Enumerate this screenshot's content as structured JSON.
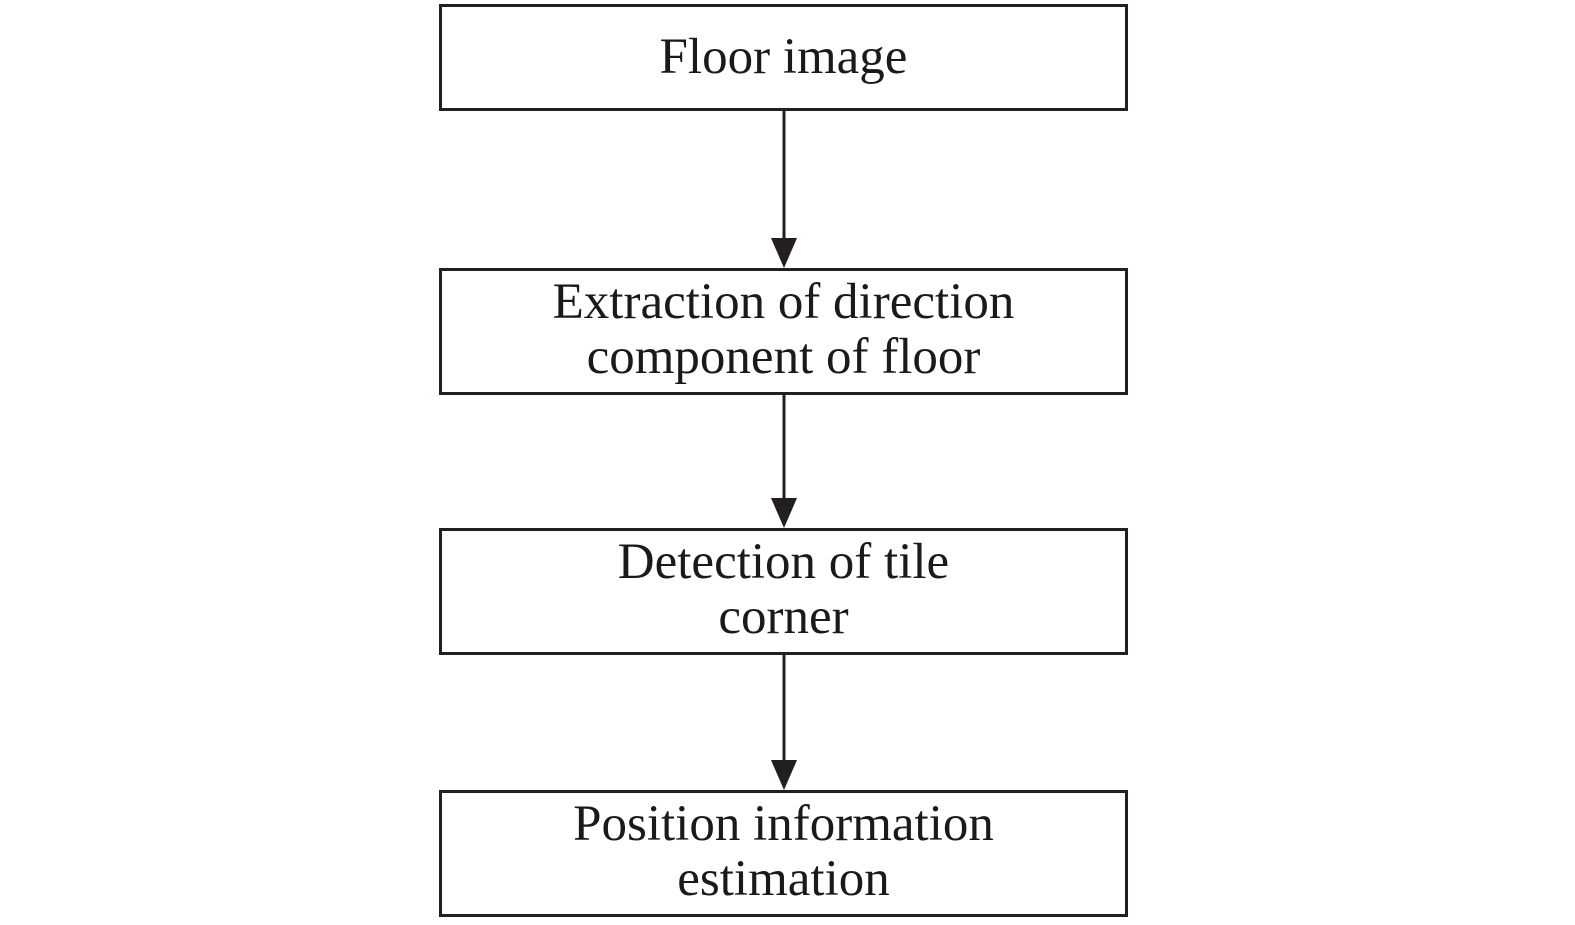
{
  "diagram": {
    "nodes": [
      {
        "id": "floor-image",
        "text": "Floor image"
      },
      {
        "id": "direction-extraction",
        "text": "Extraction of direction\ncomponent of floor"
      },
      {
        "id": "tile-corner-detection",
        "text": "Detection of tile\ncorner"
      },
      {
        "id": "position-estimation",
        "text": "Position information\nestimation"
      }
    ],
    "edges": [
      {
        "from": "floor-image",
        "to": "direction-extraction"
      },
      {
        "from": "direction-extraction",
        "to": "tile-corner-detection"
      },
      {
        "from": "tile-corner-detection",
        "to": "position-estimation"
      }
    ],
    "colors": {
      "stroke": "#231f20",
      "text": "#1a1a1a",
      "background": "#ffffff"
    }
  }
}
